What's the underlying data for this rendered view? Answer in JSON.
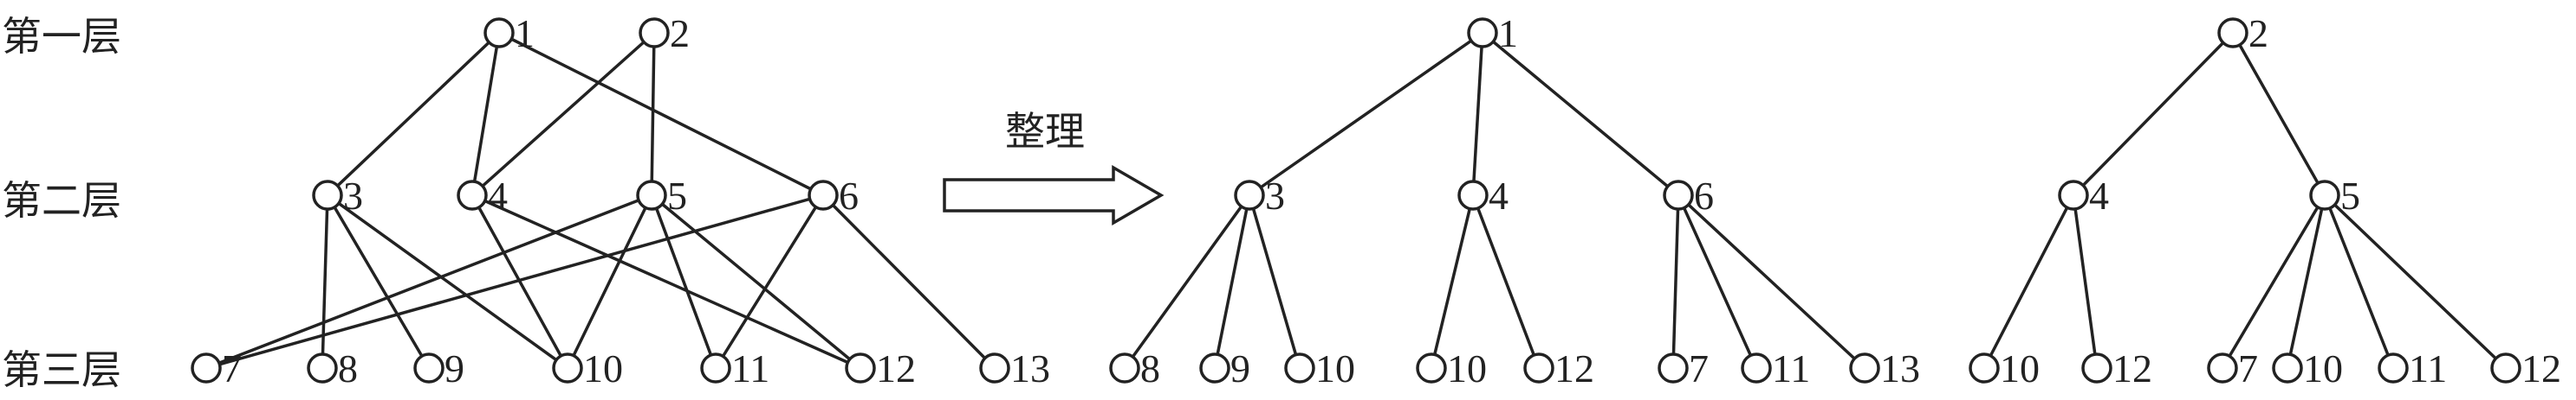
{
  "layer_labels": [
    "第一层",
    "第二层",
    "第三层"
  ],
  "arrow_caption": "整理",
  "graph": {
    "nodes": [
      "1",
      "2",
      "3",
      "4",
      "5",
      "6",
      "7",
      "8",
      "9",
      "10",
      "11",
      "12",
      "13"
    ],
    "edges": [
      [
        "1",
        "3"
      ],
      [
        "1",
        "4"
      ],
      [
        "1",
        "6"
      ],
      [
        "2",
        "4"
      ],
      [
        "2",
        "5"
      ],
      [
        "3",
        "8"
      ],
      [
        "3",
        "9"
      ],
      [
        "3",
        "10"
      ],
      [
        "4",
        "10"
      ],
      [
        "4",
        "12"
      ],
      [
        "5",
        "7"
      ],
      [
        "5",
        "10"
      ],
      [
        "5",
        "11"
      ],
      [
        "5",
        "12"
      ],
      [
        "6",
        "7"
      ],
      [
        "6",
        "11"
      ],
      [
        "6",
        "13"
      ]
    ]
  },
  "tree1": {
    "root": "1",
    "children": [
      {
        "label": "3",
        "leaves": [
          "8",
          "9",
          "10"
        ]
      },
      {
        "label": "4",
        "leaves": [
          "10",
          "12"
        ]
      },
      {
        "label": "6",
        "leaves": [
          "7",
          "11",
          "13"
        ]
      }
    ]
  },
  "tree2": {
    "root": "2",
    "children": [
      {
        "label": "4",
        "leaves": [
          "10",
          "12"
        ]
      },
      {
        "label": "5",
        "leaves": [
          "7",
          "10",
          "11",
          "12"
        ]
      }
    ]
  }
}
